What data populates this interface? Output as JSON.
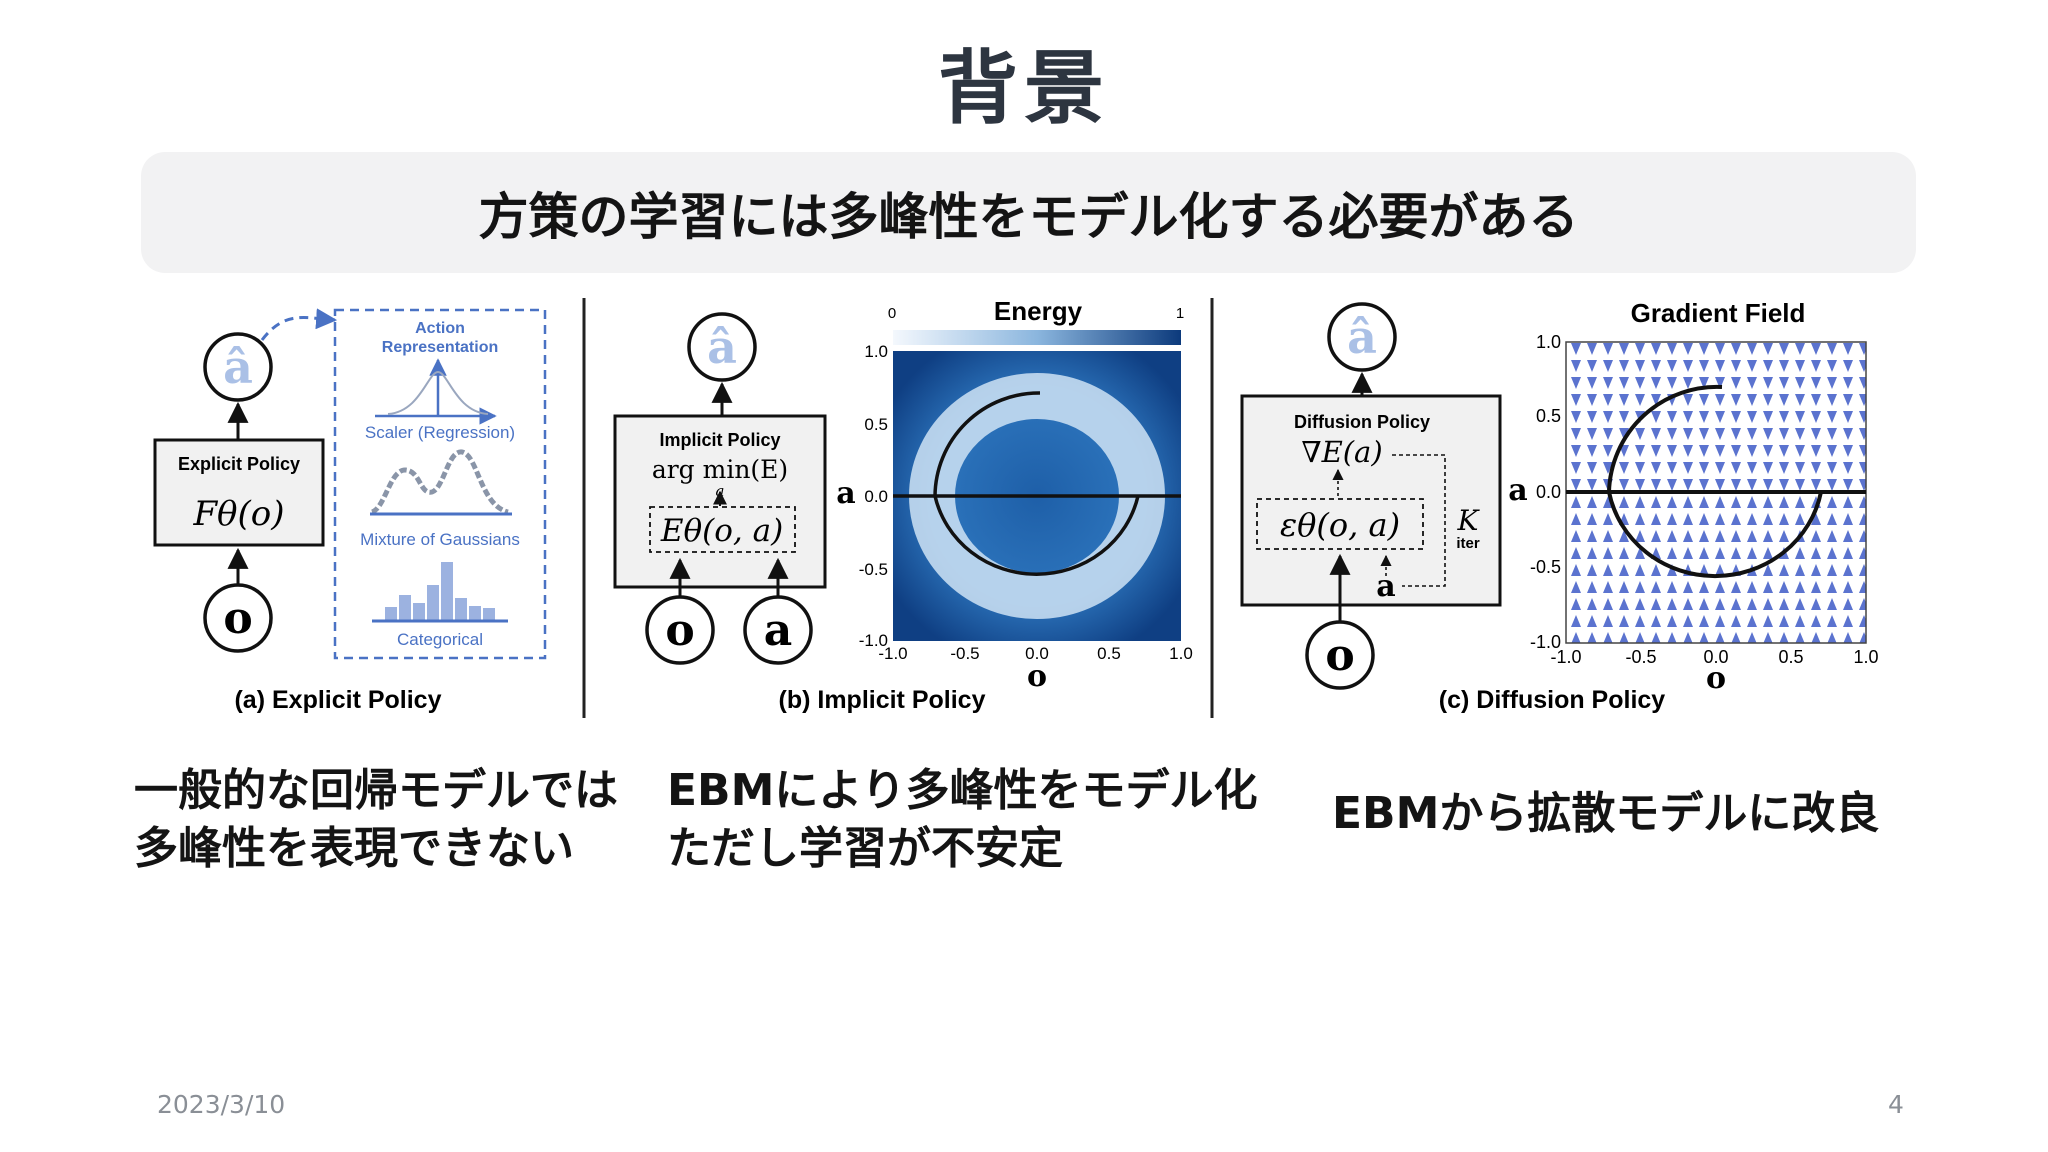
{
  "slide": {
    "title": "背景",
    "banner": "方策の学習には多峰性をモデル化する必要がある",
    "date": "2023/3/10",
    "page_number": "4"
  },
  "captions": {
    "explicit": [
      "一般的な回帰モデルでは",
      "多峰性を表現できない"
    ],
    "implicit": [
      "EBMにより多峰性をモデル化",
      "ただし学習が不安定"
    ],
    "diffusion": [
      "EBMから拡散モデルに改良"
    ]
  },
  "figure": {
    "explicit": {
      "caption": "(a) Explicit Policy",
      "box_title": "Explicit Policy",
      "formula": "Fθ(o)",
      "output_node": "â",
      "input_node": "o",
      "rep_title_1": "Action",
      "rep_title_2": "Representation",
      "rep_regression": "Scaler (Regression)",
      "rep_mixture": "Mixture of Gaussians",
      "rep_categorical": "Categorical"
    },
    "implicit": {
      "caption": "(b) Implicit Policy",
      "box_title": "Implicit Policy",
      "argmin": "arg min(E)",
      "argmin_sub": "a",
      "formula": "Eθ(o, a)",
      "output_node": "â",
      "input_node_o": "o",
      "input_node_a": "a",
      "plot_title": "Energy",
      "colorbar_min": "0",
      "colorbar_max": "1",
      "xlabel": "o",
      "ylabel": "a",
      "xticks": [
        "-1.0",
        "-0.5",
        "0.0",
        "0.5",
        "1.0"
      ],
      "yticks": [
        "1.0",
        "0.5",
        "0.0",
        "-0.5",
        "-1.0"
      ]
    },
    "diffusion": {
      "caption": "(c) Diffusion Policy",
      "box_title": "Diffusion Policy",
      "grad": "∇E(a)",
      "formula": "εθ(o, a)",
      "k": "K",
      "k_sub": "iter",
      "inner_a": "a",
      "output_node": "â",
      "input_node": "o",
      "plot_title": "Gradient Field",
      "xlabel": "o",
      "ylabel": "a",
      "xticks": [
        "-1.0",
        "-0.5",
        "0.0",
        "0.5",
        "1.0"
      ],
      "yticks": [
        "1.0",
        "0.5",
        "0.0",
        "-0.5",
        "-1.0"
      ]
    },
    "colors": {
      "accent_blue": "#4a72c4",
      "field_blue": "#5b73cf",
      "dark": "#111111"
    }
  }
}
